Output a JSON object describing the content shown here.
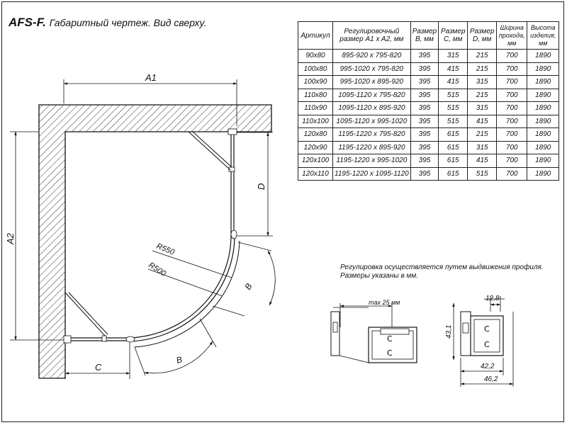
{
  "title": {
    "model": "AFS-F.",
    "subtitle": "Габаритный чертеж. Вид сверху."
  },
  "table": {
    "headers": [
      "Артикул",
      "Регулировочный размер A1 x A2, мм",
      "Размер B, мм",
      "Размер C, мм",
      "Размер D, мм",
      "Ширина прохода, мм",
      "Высота изделия, мм"
    ],
    "rows": [
      [
        "90x80",
        "895-920 x 795-820",
        "395",
        "315",
        "215",
        "700",
        "1890"
      ],
      [
        "100x80",
        "995-1020 x 795-820",
        "395",
        "415",
        "215",
        "700",
        "1890"
      ],
      [
        "100x90",
        "995-1020 x 895-920",
        "395",
        "415",
        "315",
        "700",
        "1890"
      ],
      [
        "110x80",
        "1095-1120 x 795-820",
        "395",
        "515",
        "215",
        "700",
        "1890"
      ],
      [
        "110x90",
        "1095-1120 x 895-920",
        "395",
        "515",
        "315",
        "700",
        "1890"
      ],
      [
        "110x100",
        "1095-1120 x 995-1020",
        "395",
        "515",
        "415",
        "700",
        "1890"
      ],
      [
        "120x80",
        "1195-1220 x 795-820",
        "395",
        "615",
        "215",
        "700",
        "1890"
      ],
      [
        "120x90",
        "1195-1220 x 895-920",
        "395",
        "615",
        "315",
        "700",
        "1890"
      ],
      [
        "120x100",
        "1195-1220 x 995-1020",
        "395",
        "615",
        "415",
        "700",
        "1890"
      ],
      [
        "120x110",
        "1195-1220 x 1095-1120",
        "395",
        "615",
        "515",
        "700",
        "1890"
      ]
    ]
  },
  "note": {
    "line1": "Регулировка осуществляется путем выдвижения профиля.",
    "line2": "Размеры указаны в мм."
  },
  "dims": {
    "a1": "A1",
    "a2": "A2",
    "c": "C",
    "d": "D",
    "b": "B",
    "r550": "R550",
    "r500": "R500",
    "max25": "max 25 мм",
    "d128": "12,8",
    "d431": "43,1",
    "d422": "42,2",
    "d462": "46,2"
  }
}
